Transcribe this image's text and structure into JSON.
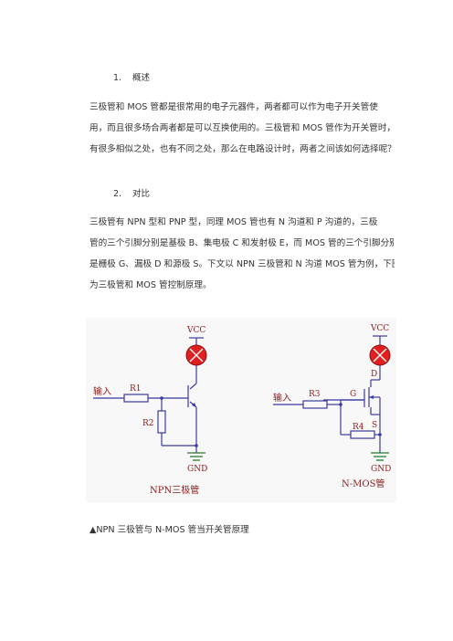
{
  "section1": {
    "number": "1.",
    "title": "概述",
    "lines": [
      "三极管和 MOS 管都是很常用的电子元器件，两者都可以作为电子开关管使",
      "用，而且很多场合两者都是可以互换使用的。三极管和 MOS 管作为开关管时，",
      "有很多相似之处，也有不同之处，那么在电路设计时，两者之间该如何选择呢？"
    ]
  },
  "section2": {
    "number": "2.",
    "title": "对比",
    "lines": [
      "三极管有 NPN 型和 PNP 型，同理 MOS 管也有 N 沟道和 P 沟道的，三极",
      "管的三个引脚分别是基极 B、集电极 C 和发射极 E，而 MOS 管的三个引脚分别",
      "是栅极 G、漏极 D 和源极 S。下文以 NPN 三极管和 N 沟道 MOS 管为例，下图",
      "为三极管和 MOS 管控制原理。"
    ]
  },
  "figure": {
    "npn": {
      "vcc": "VCC",
      "input": "输入",
      "r1": "R1",
      "r2": "R2",
      "gnd": "GND",
      "title": "NPN三极管"
    },
    "nmos": {
      "vcc": "VCC",
      "input": "输入",
      "r3": "R3",
      "r4": "R4",
      "g": "G",
      "d": "D",
      "s": "S",
      "gnd": "GND",
      "title": "N-MOS管"
    },
    "colors": {
      "wire": "#3a3aa0",
      "label": "#8b1a1a",
      "lamp": "#e02020",
      "gnd": "#2a7a2a"
    }
  },
  "caption": "▲NPN 三极管与 N-MOS 管当开关管原理"
}
